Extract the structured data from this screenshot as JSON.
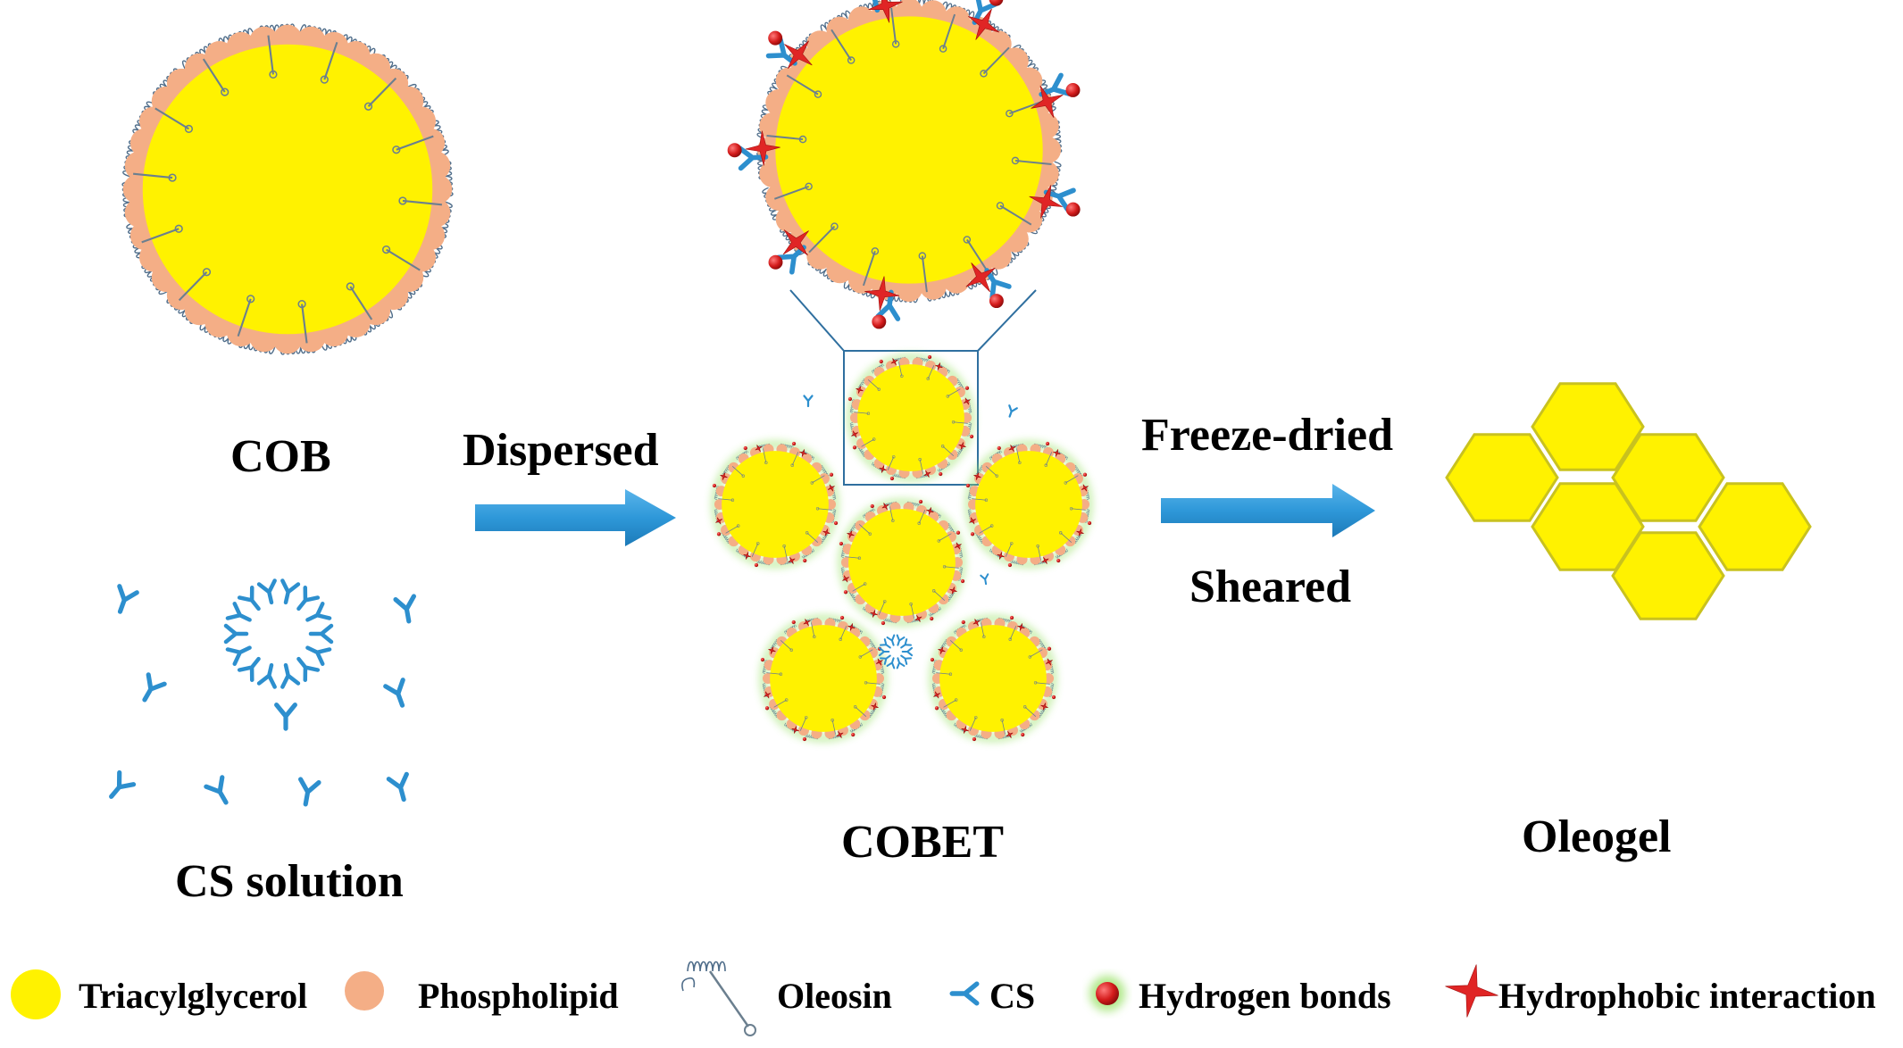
{
  "labels": {
    "cob": "COB",
    "cs_solution": "CS solution",
    "cobet": "COBET",
    "oleogel": "Oleogel",
    "step1": "Dispersed",
    "step2_top": "Freeze-dried",
    "step2_bottom": "Sheared"
  },
  "legend": [
    {
      "name": "triacylglycerol",
      "label": "Triacylglycerol"
    },
    {
      "name": "phospholipid",
      "label": "Phospholipid"
    },
    {
      "name": "oleosin",
      "label": "Oleosin"
    },
    {
      "name": "cs",
      "label": "CS"
    },
    {
      "name": "hydrogen-bonds",
      "label": "Hydrogen bonds"
    },
    {
      "name": "hydrophobic-interaction",
      "label": "Hydrophobic interaction"
    }
  ],
  "colors": {
    "triacylglycerol": "#fff200",
    "phospholipid": "#f4ae86",
    "oleosin": "#4f6d8a",
    "cs": "#2d8fce",
    "hydrogen_bond": "#d41c1c",
    "hydrophobic": "#e02525",
    "glow": "#9ee36e",
    "arrow": "#2e98d9",
    "hexagon": "#fff200",
    "hexagon_edge": "#c9c21e",
    "zoom_box": "#2f6f9f"
  },
  "icons": {
    "cs_molecule": "y-shaped-molecule-icon",
    "oleosin": "coiled-stem-icon",
    "hydrogen_bond": "red-dot-icon",
    "hydrophobic": "red-star-icon"
  }
}
